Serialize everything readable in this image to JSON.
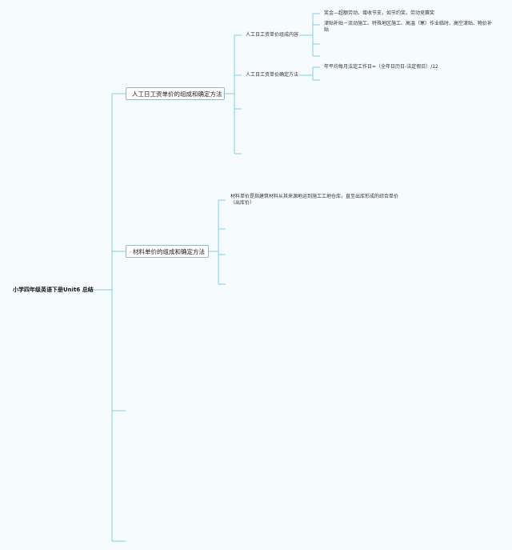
{
  "root": {
    "label": "小学四年级英语下册Unit6 总结"
  },
  "branches": [
    {
      "label": "人工日工资单价的组成和确定方法",
      "icon": "blue-flag-icon",
      "children": [
        {
          "label": "人工日工资单价组成内容",
          "items": [
            "奖金—超额劳动、增收节支，如节约奖，劳动竞赛奖",
            "津贴补贴－流动施工、特殊地区施工、高温（寒）作业临时、高空津贴、物价补贴"
          ]
        },
        {
          "label": "人工日工资单价确定方法",
          "items": [
            "年平均每月法定工作日=（全年日历日-法定假日）/12"
          ]
        }
      ]
    },
    {
      "label": "材料单价的组成和确定方法",
      "icon": "red-star-icon",
      "children": [
        {
          "label": "材料单价是指建筑材料从其来源地运到施工工地仓库，直至出库形成的综合单价（出库价）"
        }
      ]
    }
  ],
  "colors": {
    "line": "#86cbec",
    "background": "#f6fbfe",
    "flag": "#1a7bb8",
    "star": "#e0322b"
  }
}
